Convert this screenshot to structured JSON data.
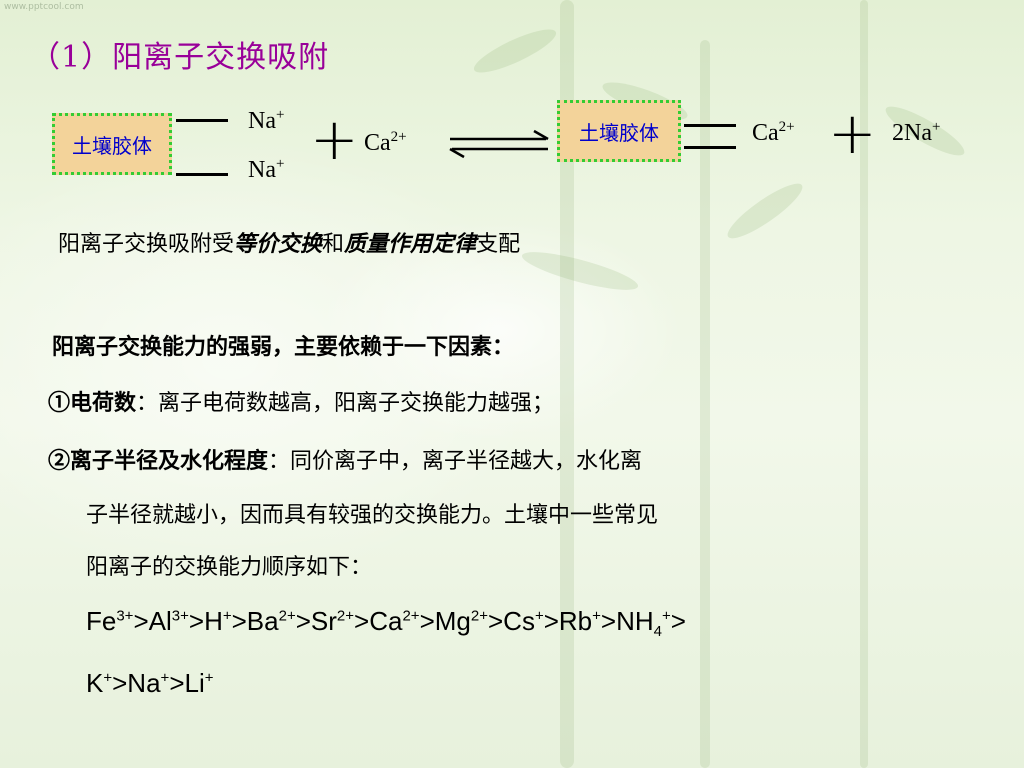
{
  "watermark": "www.pptcool.com",
  "title": "（1）阳离子交换吸附",
  "equation": {
    "colloid_label": "土壤胶体",
    "left_ions": [
      "Na",
      "Na"
    ],
    "left_ion_charge": "+",
    "reactant": "Ca",
    "reactant_charge": "2+",
    "product_ion": "Ca",
    "product_ion_charge": "2+",
    "product_released": "2Na",
    "product_released_charge": "+",
    "plus_symbol": "+"
  },
  "governed": {
    "prefix": "阳离子交换吸附受",
    "term1": "等价交换",
    "mid": "和",
    "term2": "质量作用定律",
    "suffix": "支配"
  },
  "factors": {
    "heading": "阳离子交换能力的强弱，主要依赖于一下因素：",
    "item1_label": "①电荷数",
    "item1_text": "：离子电荷数越高，阳离子交换能力越强；",
    "item2_label": "②离子半径及水化程度",
    "item2_text_line1": "：同价离子中，离子半径越大，水化离",
    "item2_text_line2": "子半径就越小，因而具有较强的交换能力。土壤中一些常见",
    "item2_text_line3": "阳离子的交换能力顺序如下："
  },
  "sequence": [
    {
      "el": "Fe",
      "ch": "3+"
    },
    {
      "el": "Al",
      "ch": "3+"
    },
    {
      "el": "H",
      "ch": "+"
    },
    {
      "el": "Ba",
      "ch": "2+"
    },
    {
      "el": "Sr",
      "ch": "2+"
    },
    {
      "el": "Ca",
      "ch": "2+"
    },
    {
      "el": "Mg",
      "ch": "2+"
    },
    {
      "el": "Cs",
      "ch": "+"
    },
    {
      "el": "Rb",
      "ch": "+"
    },
    {
      "el": "NH",
      "sub": "4",
      "ch": "+"
    },
    {
      "el": "K",
      "ch": "+"
    },
    {
      "el": "Na",
      "ch": "+"
    },
    {
      "el": "Li",
      "ch": "+"
    }
  ],
  "sequence_sep": ">"
}
